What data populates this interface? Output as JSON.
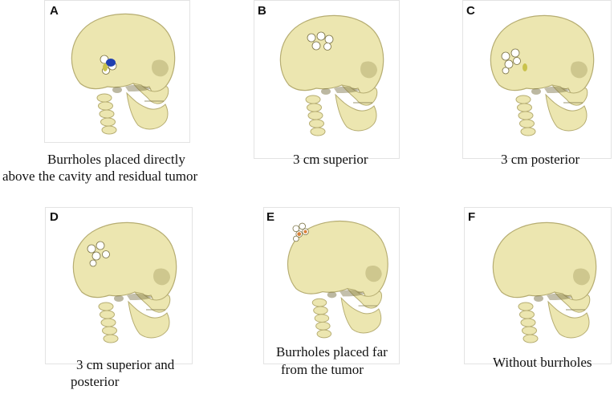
{
  "colors": {
    "bone": "#ece6b0",
    "bone_shadow": "#b6ad72",
    "bone_dark": "#7a7244",
    "hole": "#ffffff",
    "blue_cavity": "#1f3fb0",
    "yellow_cavity": "#c9c24c",
    "orange_tumor": "#d9823a"
  },
  "panels": [
    {
      "letter": "A",
      "caption_lines": [
        "Burrholes placed directly",
        "above the cavity and residual tumor"
      ],
      "variant": "direct"
    },
    {
      "letter": "B",
      "caption_lines": [
        "3 cm superior"
      ],
      "variant": "superior"
    },
    {
      "letter": "C",
      "caption_lines": [
        "3 cm posterior"
      ],
      "variant": "posterior"
    },
    {
      "letter": "D",
      "caption_lines": [
        "3 cm superior and",
        "posterior"
      ],
      "variant": "superior-posterior"
    },
    {
      "letter": "E",
      "caption_lines": [
        "Burrholes placed far",
        "from the tumor"
      ],
      "variant": "far"
    },
    {
      "letter": "F",
      "caption_lines": [
        "Without burrholes"
      ],
      "variant": "none"
    }
  ]
}
